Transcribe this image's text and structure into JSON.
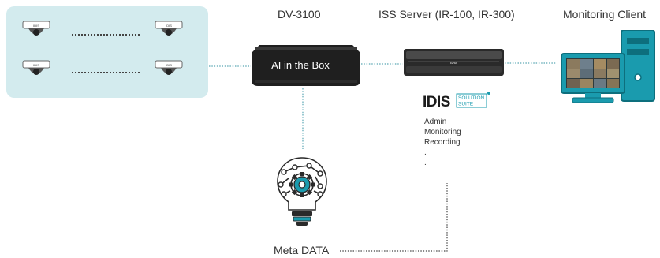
{
  "labels": {
    "dv_title": "DV-3100",
    "dv_box_text": "AI in the Box",
    "server_title": "ISS Server (IR-100, IR-300)",
    "client_title": "Monitoring Client",
    "meta_label": "Meta DATA"
  },
  "cameras": {
    "brand_text": "IDIS"
  },
  "server": {
    "brand_text": "IDIS"
  },
  "brand": {
    "logo_text": "IDIS",
    "suite_line1": "SOLUTION",
    "suite_line2": "SUITE"
  },
  "functions": [
    "Admin",
    "Monitoring",
    "Recording",
    ".",
    "."
  ],
  "colors": {
    "panel_bg": "#d3ebee",
    "connector": "#5aa7b3",
    "teal": "#1a9bae",
    "dark_box": "#1f1f1f"
  }
}
